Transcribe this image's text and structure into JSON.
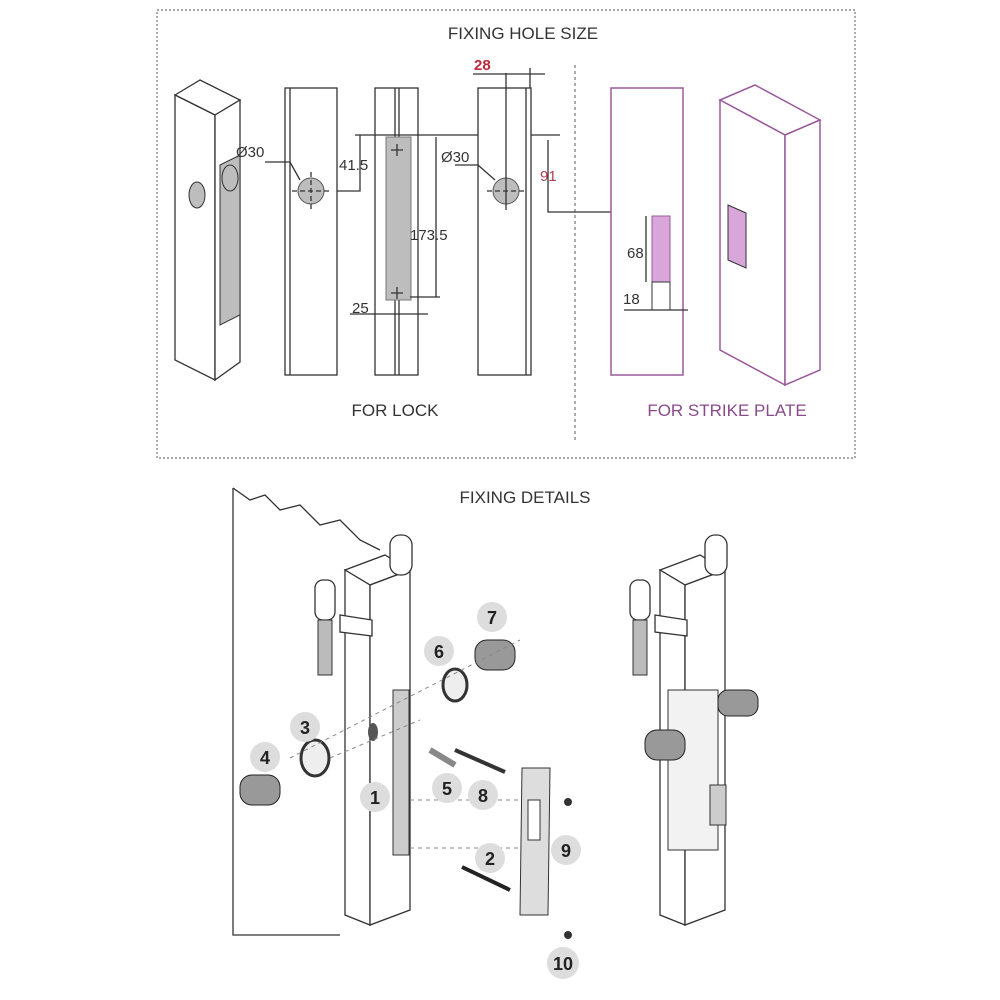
{
  "top": {
    "title": "FIXING HOLE SIZE",
    "for_lock": "FOR LOCK",
    "for_strike": "FOR STRIKE PLATE",
    "dims": {
      "d1": "Ø30",
      "d2": "41.5",
      "d3": "173.5",
      "d4": "25",
      "d5": "Ø30",
      "d6": "28",
      "d7": "91",
      "d8": "68",
      "d9": "18"
    }
  },
  "bottom": {
    "title": "FIXING DETAILS",
    "parts": [
      "1",
      "2",
      "3",
      "4",
      "5",
      "6",
      "7",
      "8",
      "9",
      "10"
    ]
  },
  "colors": {
    "strike": "#9a5a9a",
    "red_dim": "#c0283a",
    "fill_gray": "#bdbdbd",
    "pink": "#d9a6d9"
  }
}
